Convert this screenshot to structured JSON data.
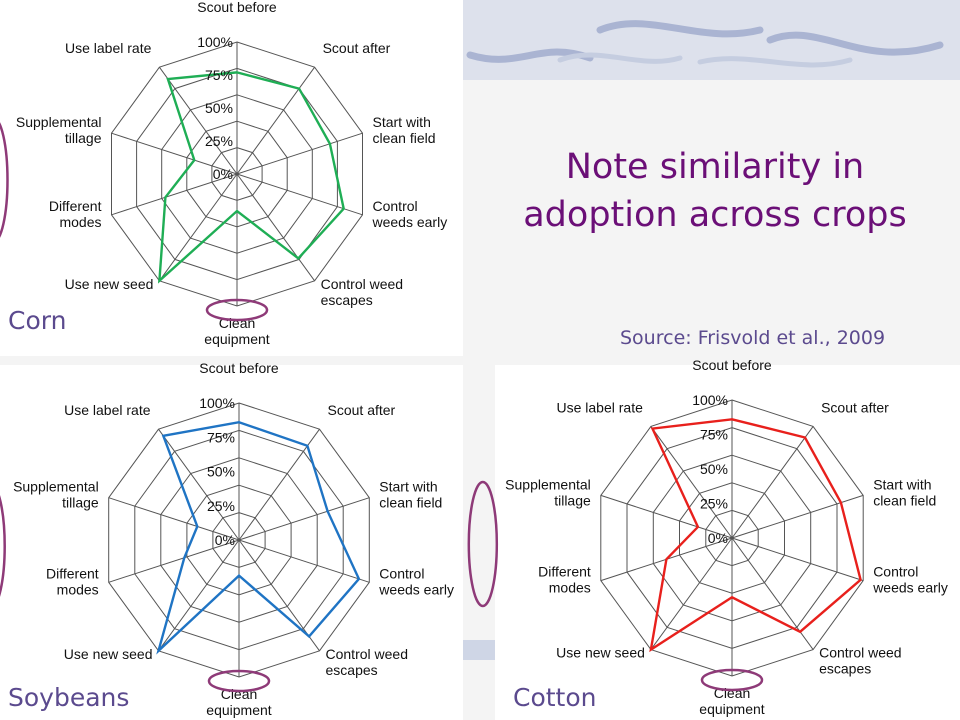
{
  "slide": {
    "note": "Note similarity in adoption across crops",
    "source": "Source: Frisvold et al., 2009"
  },
  "colors": {
    "corn_series": "#1fae55",
    "soybeans_series": "#1f74c4",
    "cotton_series": "#e8201c",
    "highlight_ellipse": "#8e3a78",
    "title": "#6b0f77",
    "crop_label": "#5b4a8e"
  },
  "chart_data": [
    {
      "type": "radar",
      "crop": "Corn",
      "axes": [
        "Scout before",
        "Scout after",
        "Start with clean field",
        "Control weeds early",
        "Control weed escapes",
        "Clean equipment",
        "Use new seed",
        "Different modes",
        "Supplemental tillage",
        "Use label rate"
      ],
      "radial_ticks": [
        "100%",
        "75%",
        "50%",
        "25%",
        "0%"
      ],
      "ylim": [
        0,
        100
      ],
      "values": [
        77,
        80,
        74,
        85,
        79,
        28,
        100,
        57,
        34,
        89
      ],
      "highlighted_axes": [
        "Clean equipment",
        "Different modes",
        "Supplemental tillage"
      ]
    },
    {
      "type": "radar",
      "crop": "Soybeans",
      "axes": [
        "Scout before",
        "Scout after",
        "Start with clean field",
        "Control weeds early",
        "Control weed escapes",
        "Clean equipment",
        "Use new seed",
        "Different modes",
        "Supplemental tillage",
        "Use label rate"
      ],
      "radial_ticks": [
        "100%",
        "75%",
        "50%",
        "25%",
        "0%"
      ],
      "ylim": [
        0,
        100
      ],
      "values": [
        86,
        85,
        68,
        92,
        87,
        26,
        100,
        42,
        32,
        94
      ],
      "highlighted_axes": [
        "Clean equipment",
        "Different modes",
        "Supplemental tillage"
      ]
    },
    {
      "type": "radar",
      "crop": "Cotton",
      "axes": [
        "Scout before",
        "Scout after",
        "Start with clean field",
        "Control weeds early",
        "Control weed escapes",
        "Clean equipment",
        "Use new seed",
        "Different modes",
        "Supplemental tillage",
        "Use label rate"
      ],
      "radial_ticks": [
        "100%",
        "75%",
        "50%",
        "25%",
        "0%"
      ],
      "ylim": [
        0,
        100
      ],
      "values": [
        86,
        90,
        83,
        98,
        84,
        43,
        100,
        50,
        26,
        98
      ],
      "highlighted_axes": [
        "Clean equipment",
        "Different modes",
        "Supplemental tillage"
      ]
    }
  ]
}
